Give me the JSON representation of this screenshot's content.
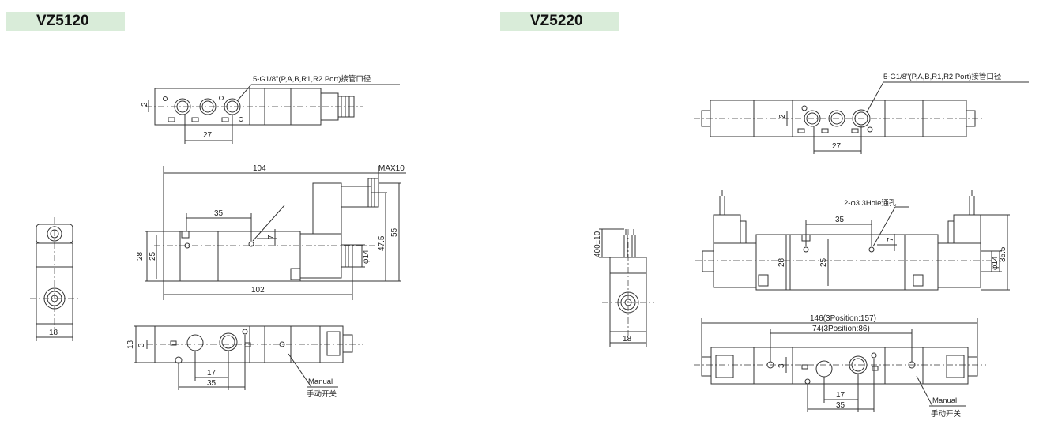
{
  "models": {
    "left": {
      "name": "VZ5120"
    },
    "right": {
      "name": "VZ5220"
    }
  },
  "left": {
    "port_note": "5-G1/8\"(P,A,B,R1,R2 Port)接管口径",
    "dims": {
      "d2": "2",
      "d27": "27",
      "d104": "104",
      "dmax10": "MAX10",
      "d35": "35",
      "d7": "7",
      "d28": "28",
      "d25": "25",
      "d14": "φ14",
      "d475": "47.5",
      "d55": "55",
      "d102": "102",
      "d18": "18",
      "d13": "13",
      "d3": "3",
      "d17": "17",
      "d35b": "35"
    },
    "manual_en": "Manual",
    "manual_cn": "手动开关"
  },
  "right": {
    "port_note": "5-G1/8\"(P,A,B,R1,R2 Port)接管口径",
    "hole_note": "2-φ3.3Hole通孔",
    "dims": {
      "d2": "2",
      "d27": "27",
      "d35": "35",
      "d7": "7",
      "d28": "28",
      "d25": "25",
      "d14": "φ14",
      "d355": "35.5",
      "d400": "400±10",
      "d18": "18",
      "d146": "146(3Position:157)",
      "d74": "74(3Position:86)",
      "d3": "3",
      "d17": "17",
      "d35b": "35"
    },
    "manual_en": "Manual",
    "manual_cn": "手动开关"
  }
}
